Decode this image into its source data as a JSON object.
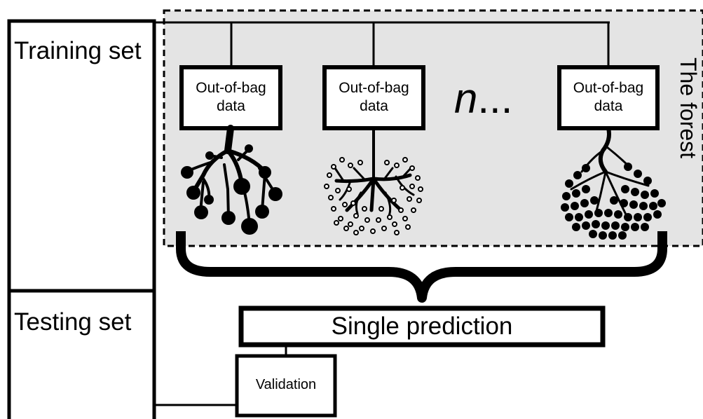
{
  "sets": {
    "training": "Training set",
    "testing": "Testing set"
  },
  "forest": {
    "label": "The forest",
    "oob_boxes": [
      {
        "line1": "Out-of-bag",
        "line2": "data"
      },
      {
        "line1": "Out-of-bag",
        "line2": "data"
      },
      {
        "line1": "Out-of-bag",
        "line2": "data"
      }
    ],
    "ellipsis_n": "n",
    "ellipsis_dots": "..."
  },
  "prediction": {
    "label": "Single prediction"
  },
  "validation": {
    "label": "Validation"
  },
  "colors": {
    "forest_fill": "#e4e4e4",
    "stroke": "#000000",
    "background": "#ffffff"
  },
  "icons": [
    "tree-root-icon",
    "tree-root-icon",
    "tree-root-icon",
    "curly-brace-icon"
  ]
}
